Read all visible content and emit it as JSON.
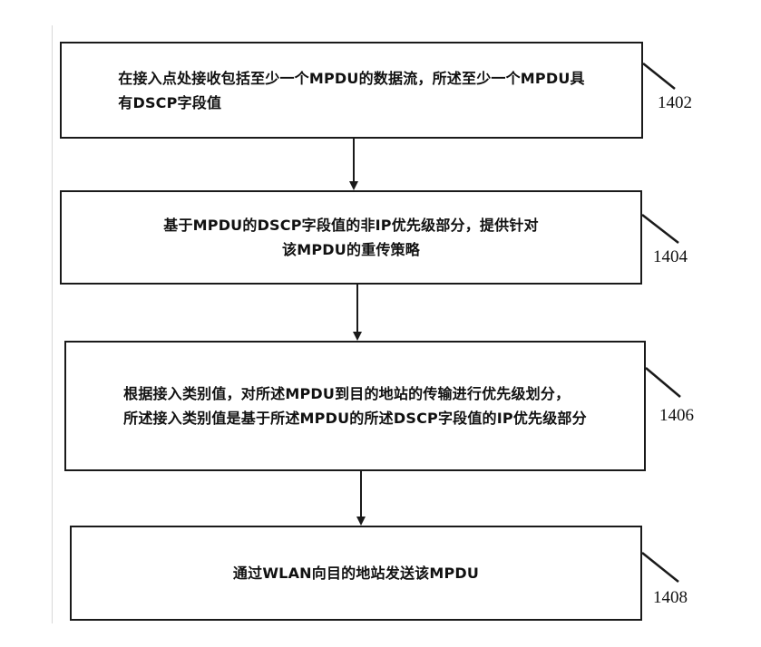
{
  "steps": [
    {
      "id": "1402",
      "text": "在接入点处接收包括至少一个MPDU的数据流，所述至少一个MPDU具\n有DSCP字段值"
    },
    {
      "id": "1404",
      "text": "基于MPDU的DSCP字段值的非IP优先级部分，提供针对\n该MPDU的重传策略"
    },
    {
      "id": "1406",
      "text": "根据接入类别值，对所述MPDU到目的地站的传输进行优先级划分，\n所述接入类别值是基于所述MPDU的所述DSCP字段值的IP优先级部分"
    },
    {
      "id": "1408",
      "text": "通过WLAN向目的地站发送该MPDU"
    }
  ],
  "colors": {
    "line": "#1a1a1a",
    "text": "#111111",
    "background": "#ffffff"
  }
}
